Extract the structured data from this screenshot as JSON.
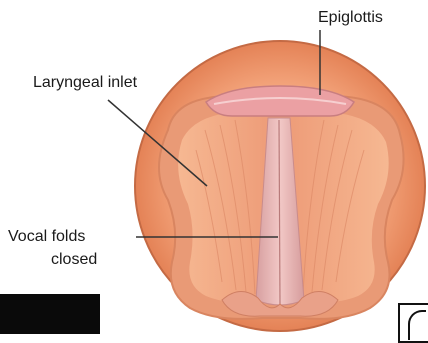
{
  "labels": {
    "epiglottis": "Epiglottis",
    "laryngeal_inlet": "Laryngeal inlet",
    "vocal_folds_line1": "Vocal folds",
    "vocal_folds_line2": "closed"
  },
  "colors": {
    "ring_outer": "#e98e62",
    "ring_inner": "#f0a17a",
    "tissue": "#f4b38c",
    "fold": "#e7b7b4",
    "epiglottis": "#eba0a3",
    "leader_line": "#333333",
    "text": "#1a1a1a"
  }
}
